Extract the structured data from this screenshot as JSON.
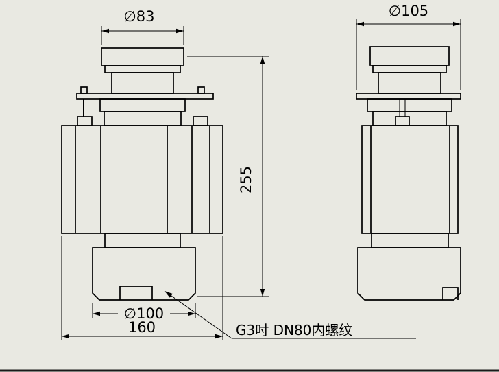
{
  "page": {
    "background_color": "#e9e9e2",
    "line_color": "#000000"
  },
  "dimensions": {
    "cap_diameter": "∅83",
    "flange_diameter": "∅105",
    "overall_height": "255",
    "base_diameter": "∅100",
    "overall_width": "160",
    "thread_note": "G3吋  DN80内螺纹"
  }
}
